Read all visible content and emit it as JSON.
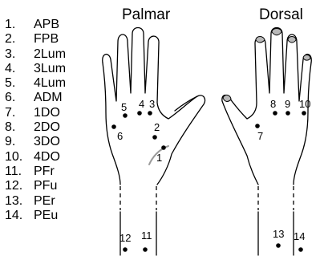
{
  "legend": [
    {
      "number": "1.",
      "abbr": "APB"
    },
    {
      "number": "2.",
      "abbr": "FPB"
    },
    {
      "number": "3.",
      "abbr": "2Lum"
    },
    {
      "number": "4.",
      "abbr": "3Lum"
    },
    {
      "number": "5.",
      "abbr": "4Lum"
    },
    {
      "number": "6.",
      "abbr": "ADM"
    },
    {
      "number": "7.",
      "abbr": "1DO"
    },
    {
      "number": "8.",
      "abbr": "2DO"
    },
    {
      "number": "9.",
      "abbr": "3DO"
    },
    {
      "number": "10.",
      "abbr": "4DO"
    },
    {
      "number": "11.",
      "abbr": "PFr"
    },
    {
      "number": "12.",
      "abbr": "PFu"
    },
    {
      "number": "13.",
      "abbr": "PEr"
    },
    {
      "number": "14.",
      "abbr": "PEu"
    }
  ],
  "palmar": {
    "title": "Palmar",
    "points": [
      "1",
      "2",
      "3",
      "4",
      "5",
      "6",
      "11",
      "12"
    ]
  },
  "dorsal": {
    "title": "Dorsal",
    "points": [
      "7",
      "8",
      "9",
      "10",
      "13",
      "14"
    ]
  },
  "colors": {
    "outline": "#000000",
    "nail": "#b9b9b9",
    "crease": "#9a9a9a"
  }
}
